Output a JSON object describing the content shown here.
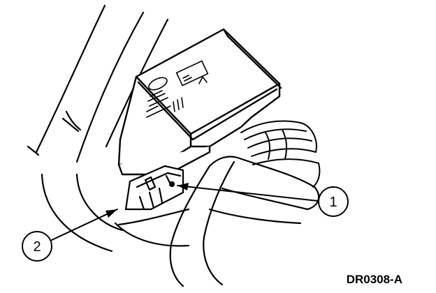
{
  "figure": {
    "id_label": "DR0308-A",
    "callouts": [
      {
        "number": "1"
      },
      {
        "number": "2"
      }
    ]
  },
  "colors": {
    "ink": "#000000",
    "paper": "#ffffff"
  }
}
